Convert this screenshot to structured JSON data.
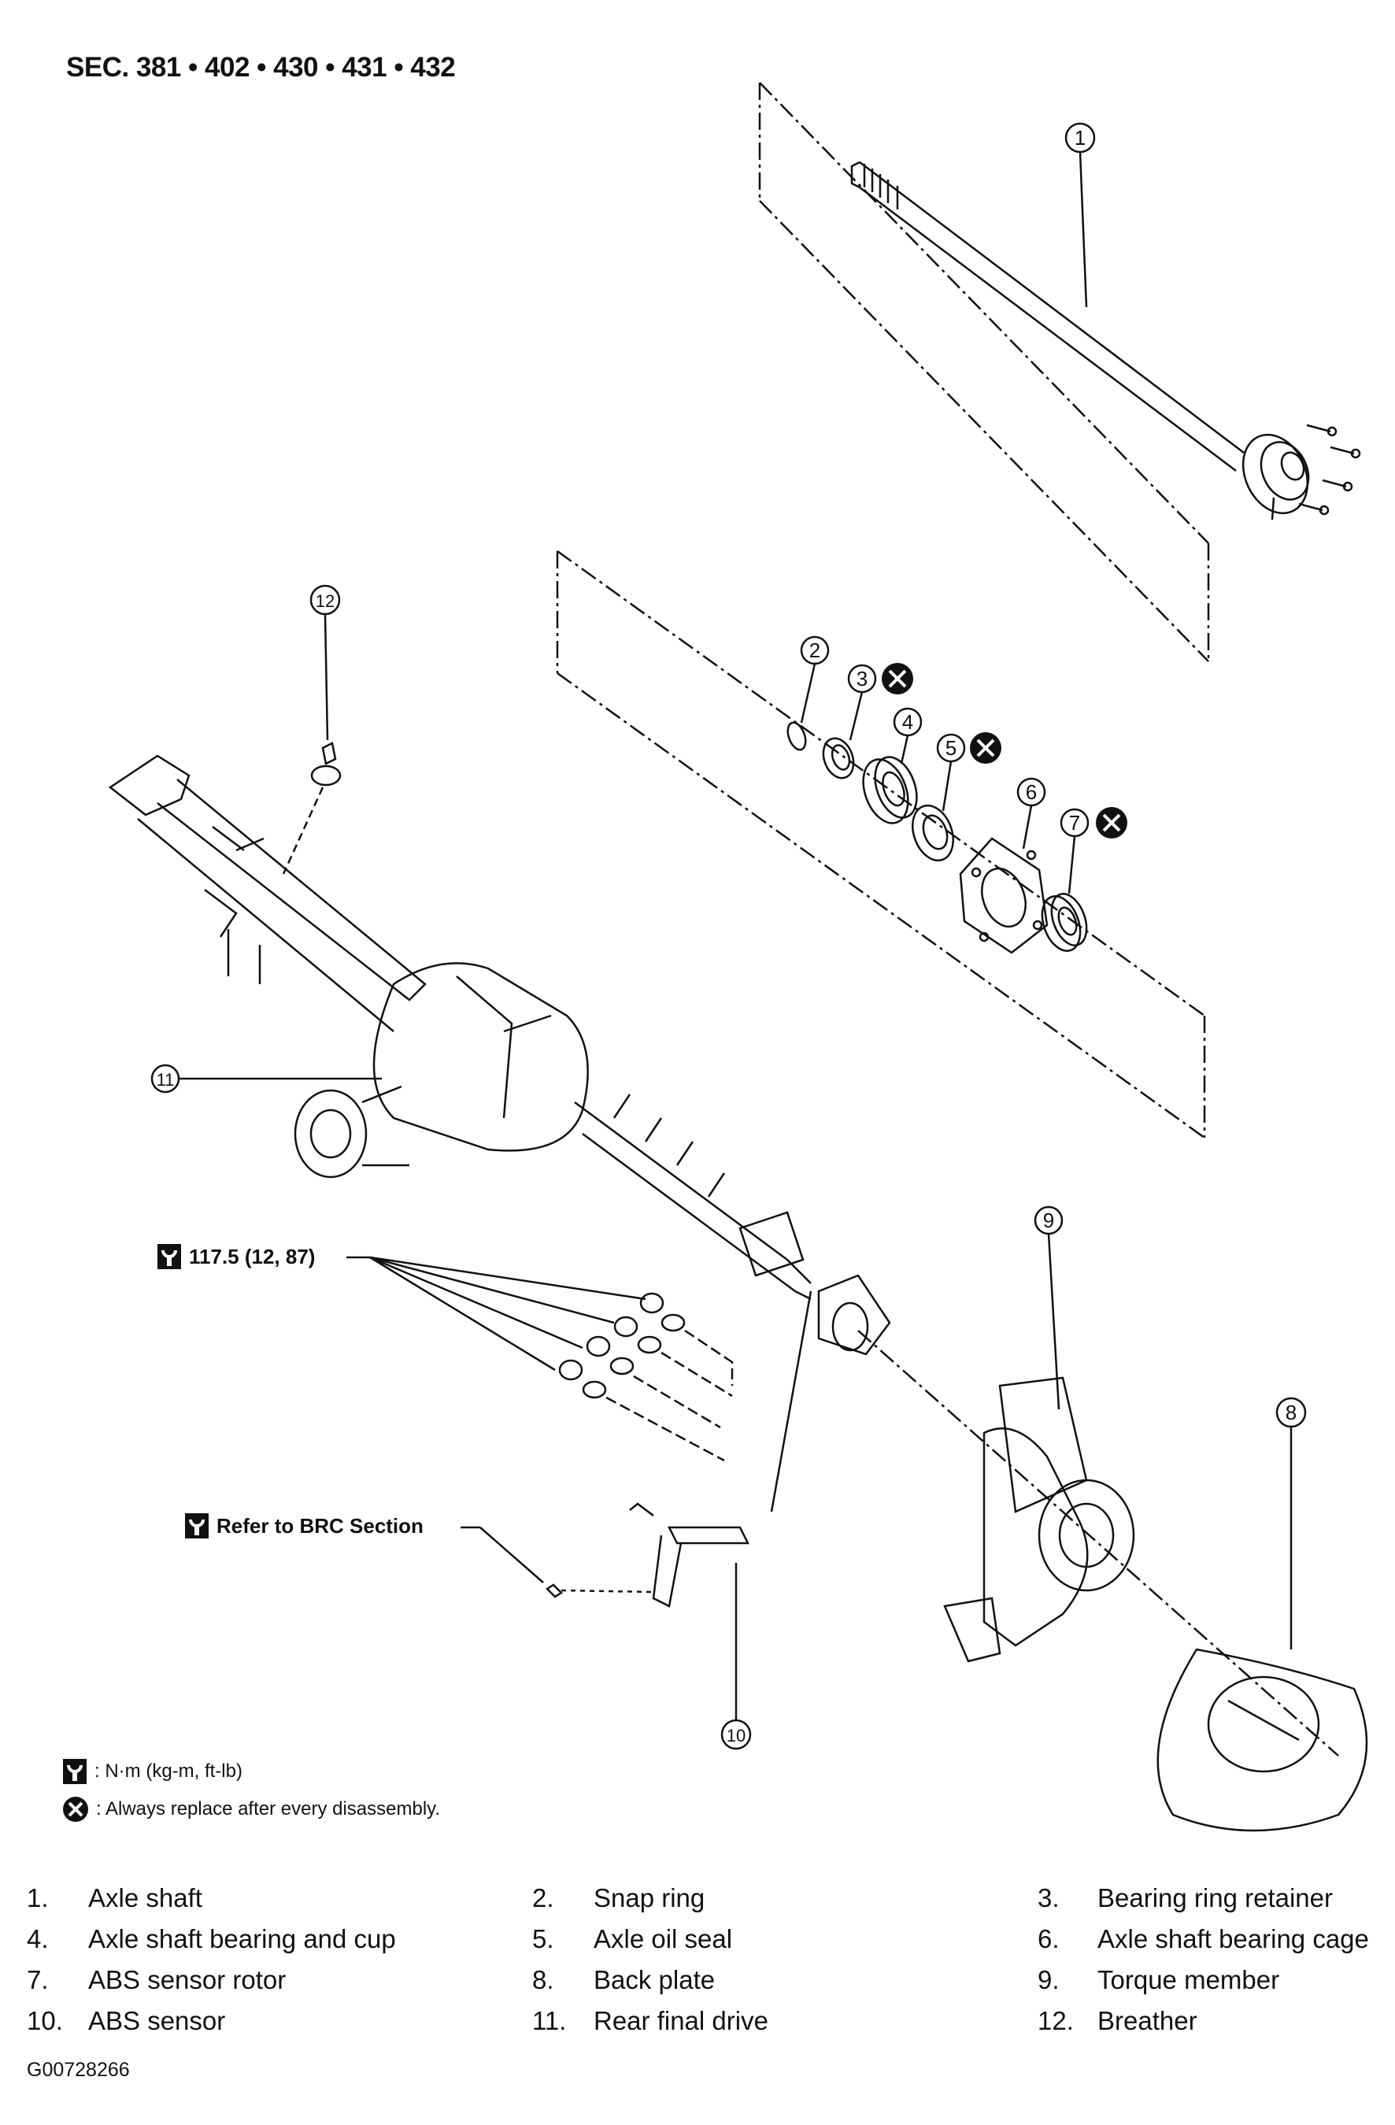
{
  "header": {
    "section": "SEC. 381 • 402 • 430 • 431 • 432"
  },
  "torque_callouts": [
    {
      "value": "117.5 (12, 87)"
    },
    {
      "value": "Refer to BRC Section"
    }
  ],
  "legend": [
    {
      "icon": "torque-wrench-icon",
      "text": ": N·m (kg-m, ft-lb)"
    },
    {
      "icon": "replace-x-icon",
      "text": ": Always replace after every disassembly."
    }
  ],
  "callouts": [
    "1",
    "2",
    "3",
    "4",
    "5",
    "6",
    "7",
    "8",
    "9",
    "10",
    "11",
    "12"
  ],
  "parts": [
    {
      "num": "1.",
      "name": "Axle shaft"
    },
    {
      "num": "2.",
      "name": "Snap ring"
    },
    {
      "num": "3.",
      "name": "Bearing ring retainer"
    },
    {
      "num": "4.",
      "name": "Axle shaft bearing and cup"
    },
    {
      "num": "5.",
      "name": "Axle oil seal"
    },
    {
      "num": "6.",
      "name": "Axle shaft bearing cage"
    },
    {
      "num": "7.",
      "name": "ABS sensor rotor"
    },
    {
      "num": "8.",
      "name": "Back plate"
    },
    {
      "num": "9.",
      "name": "Torque member"
    },
    {
      "num": "10.",
      "name": "ABS sensor"
    },
    {
      "num": "11.",
      "name": "Rear final drive"
    },
    {
      "num": "12.",
      "name": "Breather"
    }
  ],
  "figure_code": "G00728266"
}
